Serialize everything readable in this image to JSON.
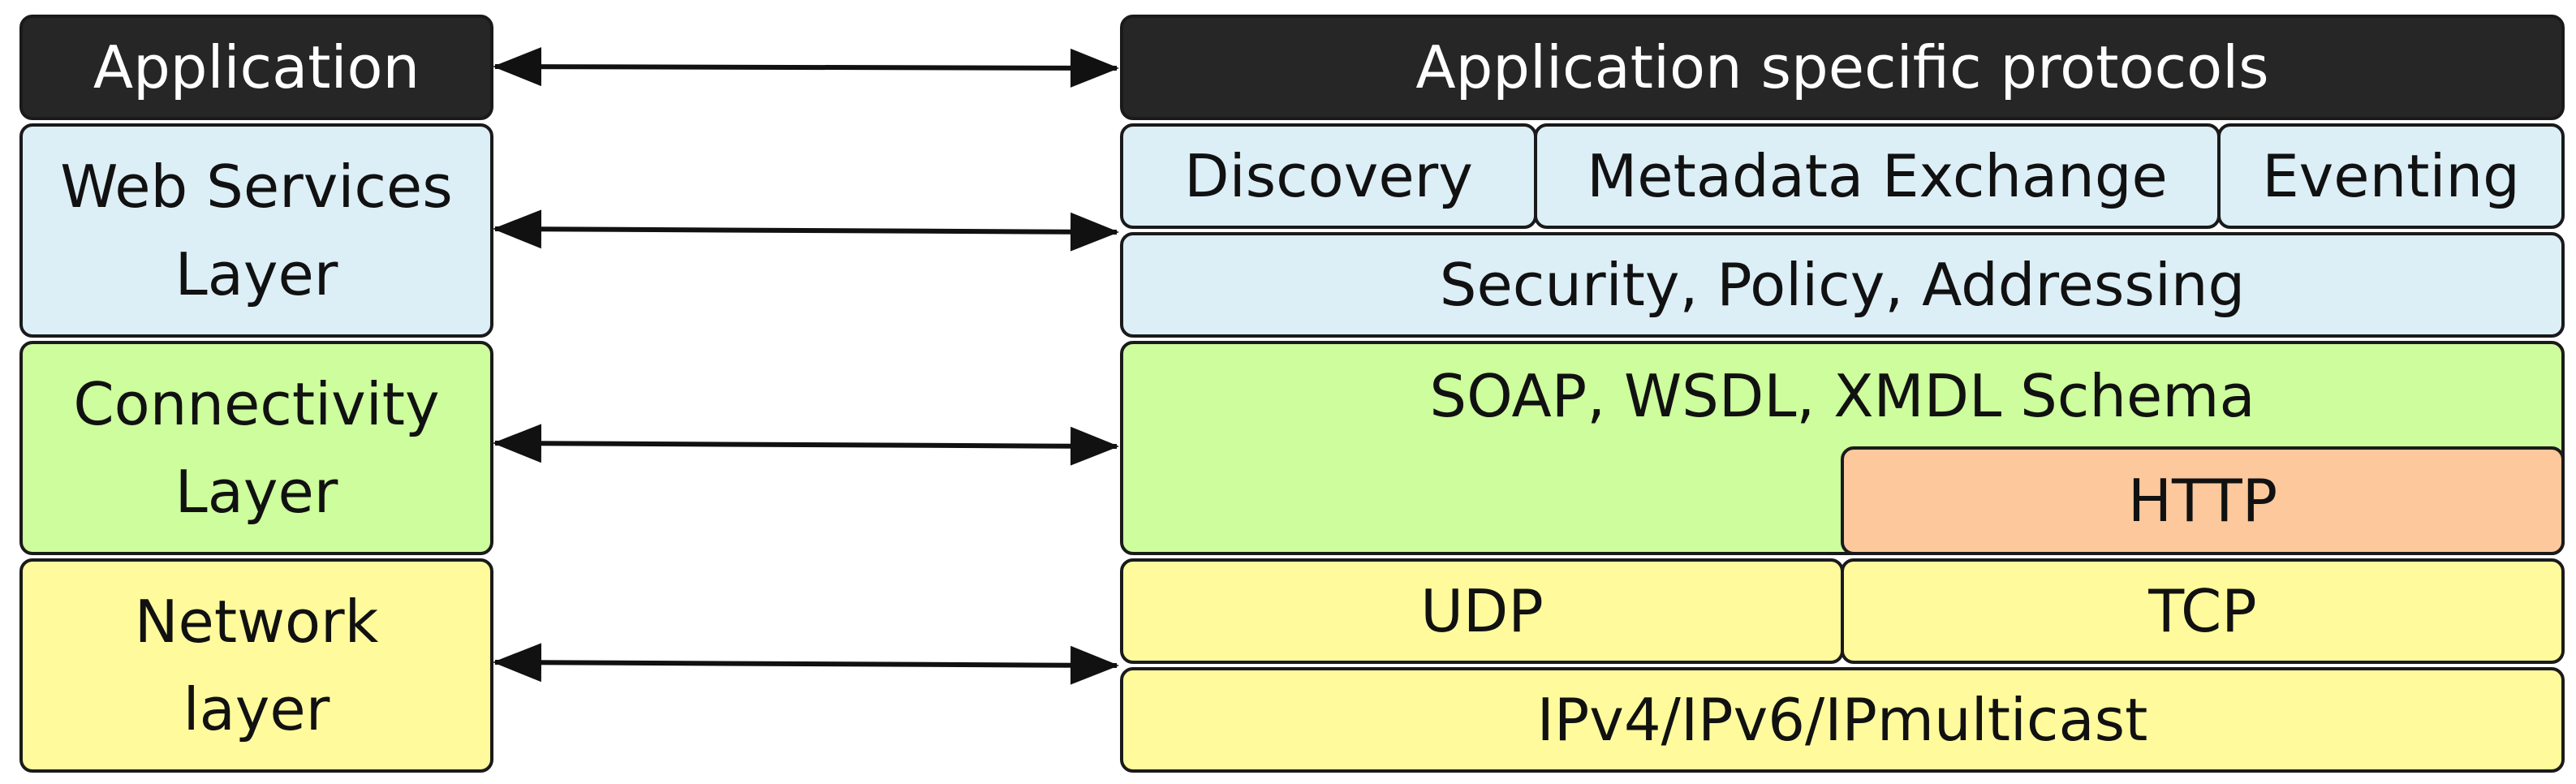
{
  "left_layers": [
    {
      "id": "application",
      "lines": [
        "Application"
      ]
    },
    {
      "id": "web-services",
      "lines": [
        "Web Services",
        "Layer"
      ]
    },
    {
      "id": "connectivity",
      "lines": [
        "Connectivity",
        "Layer"
      ]
    },
    {
      "id": "network",
      "lines": [
        "Network",
        "layer"
      ]
    }
  ],
  "right_stack": {
    "application_protocols": "Application specific protocols",
    "discovery": "Discovery",
    "metadata_exchange": "Metadata Exchange",
    "eventing": "Eventing",
    "security": "Security, Policy, Addressing",
    "soap": "SOAP, WSDL, XMDL Schema",
    "http": "HTTP",
    "udp": "UDP",
    "tcp": "TCP",
    "ip": "IPv4/IPv6/IPmulticast"
  },
  "colors": {
    "application": "#262626",
    "web_services": "#dceef6",
    "connectivity": "#cdfd9c",
    "http": "#fcc89c",
    "network": "#fffb9d",
    "border": "#1a1a1a"
  }
}
